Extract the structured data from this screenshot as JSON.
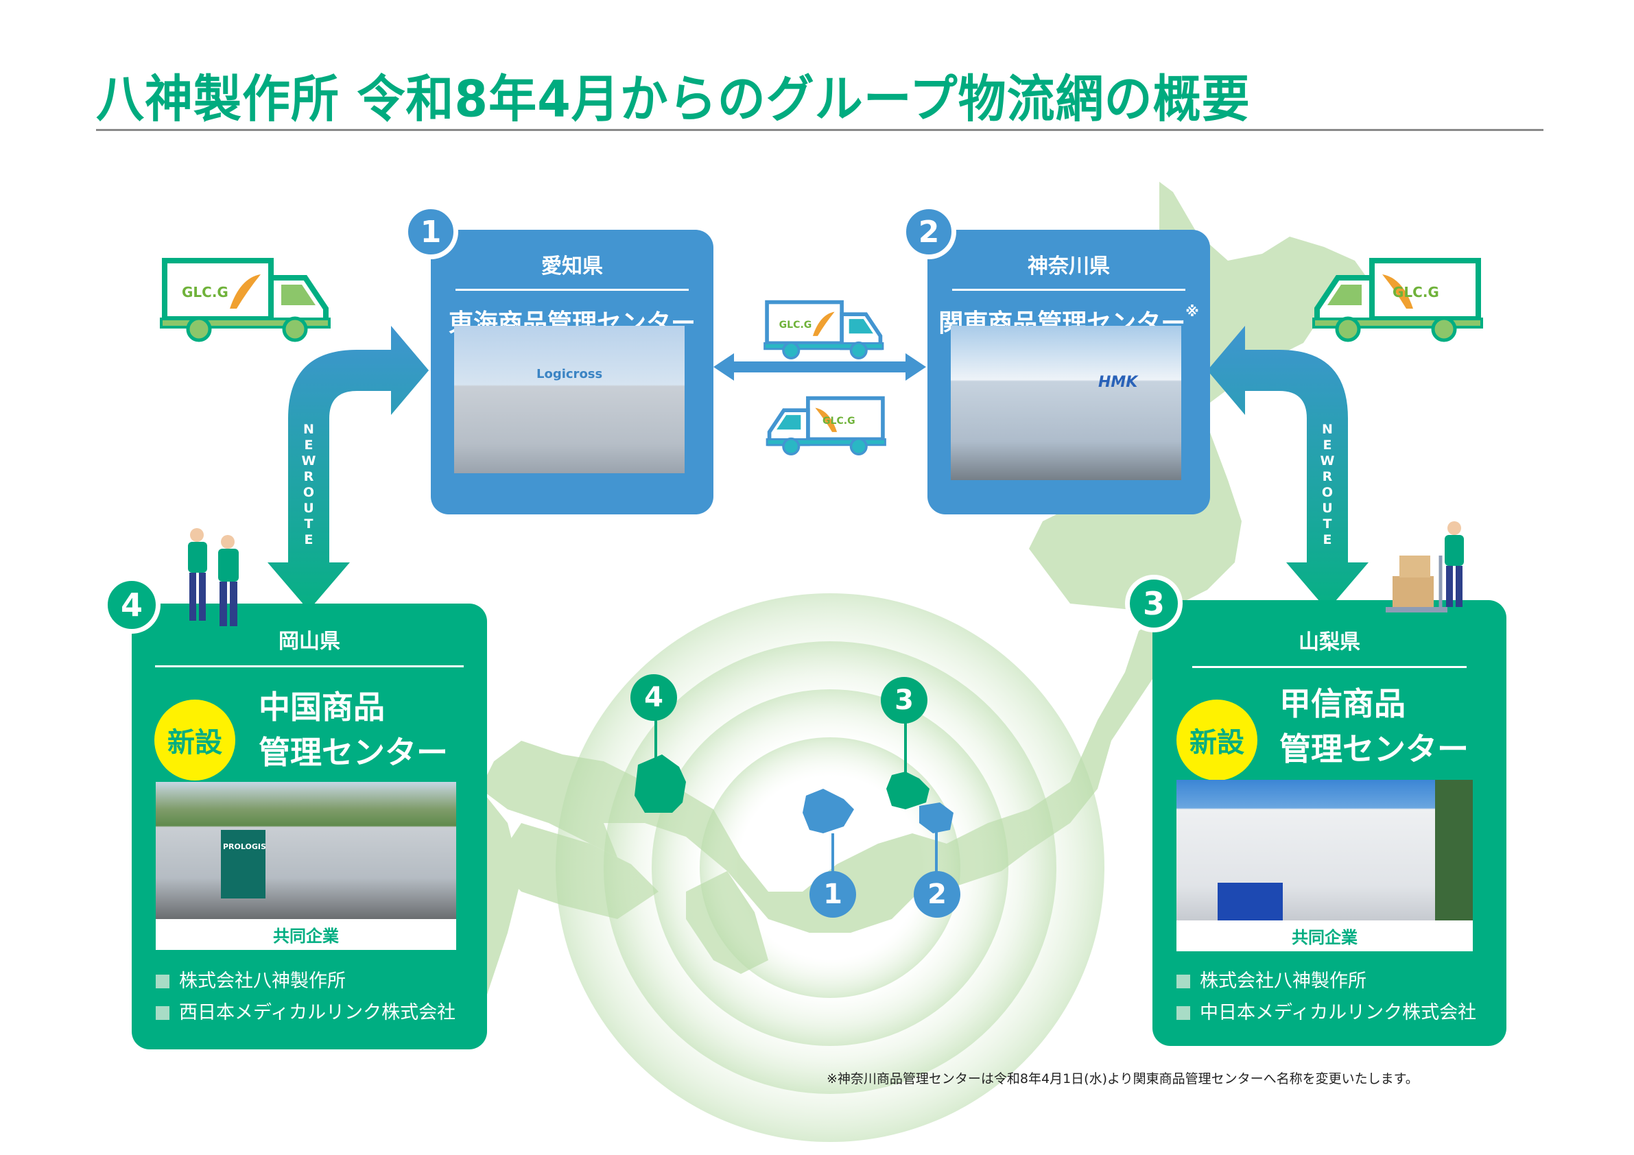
{
  "title": "八神製作所 令和8年4月からのグループ物流網の概要",
  "colors": {
    "brand_green": "#00ae82",
    "brand_blue": "#4395d1",
    "highlight_yellow": "#fff200",
    "map_green": "#cde5c0",
    "rule_gray": "#8a8a8a"
  },
  "truck_logo": "GLC.G",
  "route_label": "NEW ROUTE",
  "centers": [
    {
      "number": "1",
      "prefecture": "愛知県",
      "name": "東海商品管理センター",
      "is_new": false,
      "photo_sign": "Logicross"
    },
    {
      "number": "2",
      "prefecture": "神奈川県",
      "name": "関東商品管理センター",
      "name_mark": "※",
      "is_new": false,
      "photo_sign": "HMK"
    },
    {
      "number": "3",
      "prefecture": "山梨県",
      "new_label": "新設",
      "name_line1": "甲信商品",
      "name_line2": "管理センター",
      "is_new": true,
      "partners_label": "共同企業",
      "partners": [
        "株式会社八神製作所",
        "中日本メディカルリンク株式会社"
      ]
    },
    {
      "number": "4",
      "prefecture": "岡山県",
      "new_label": "新設",
      "name_line1": "中国商品",
      "name_line2": "管理センター",
      "is_new": true,
      "photo_sign": "PROLOGIS",
      "partners_label": "共同企業",
      "partners": [
        "株式会社八神製作所",
        "西日本メディカルリンク株式会社"
      ]
    }
  ],
  "map_pins": [
    {
      "number": "4",
      "color": "green"
    },
    {
      "number": "3",
      "color": "green"
    },
    {
      "number": "1",
      "color": "blue"
    },
    {
      "number": "2",
      "color": "blue"
    }
  ],
  "footnote": "※神奈川商品管理センターは令和8年4月1日(水)より関東商品管理センターへ名称を変更いたします。"
}
